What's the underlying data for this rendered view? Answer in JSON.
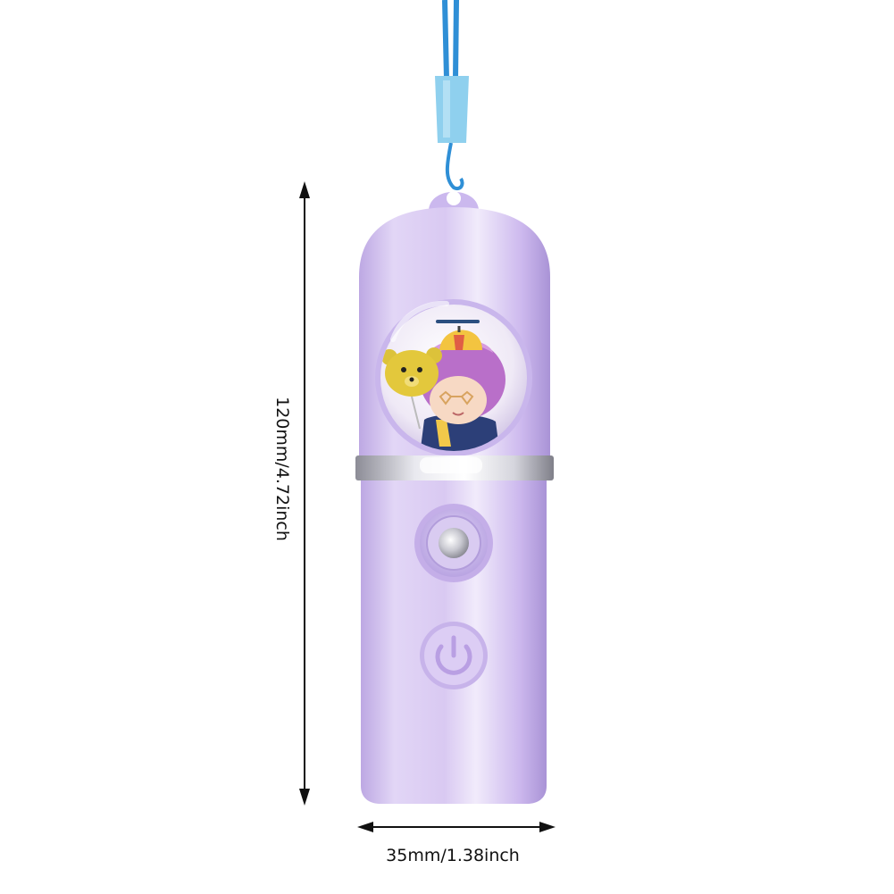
{
  "product": {
    "name_icon": "portable-nano-mist-sprayer",
    "colors": {
      "body": "#d9c9f2",
      "body_shade": "#b9a3e0",
      "lanyard": "#2f8fd6",
      "connector": "#8fd0ee",
      "window_bg": "#f3eff7",
      "ring": "#c2ace6",
      "nozzle": "#9a9aa4"
    },
    "icons": [
      "lanyard-strap-icon",
      "cartoon-bear-icon",
      "cartoon-girl-icon",
      "mist-nozzle-icon",
      "power-button-icon"
    ]
  },
  "dimensions": {
    "height_label": "120mm/4.72inch",
    "width_label": "35mm/1.38inch"
  }
}
